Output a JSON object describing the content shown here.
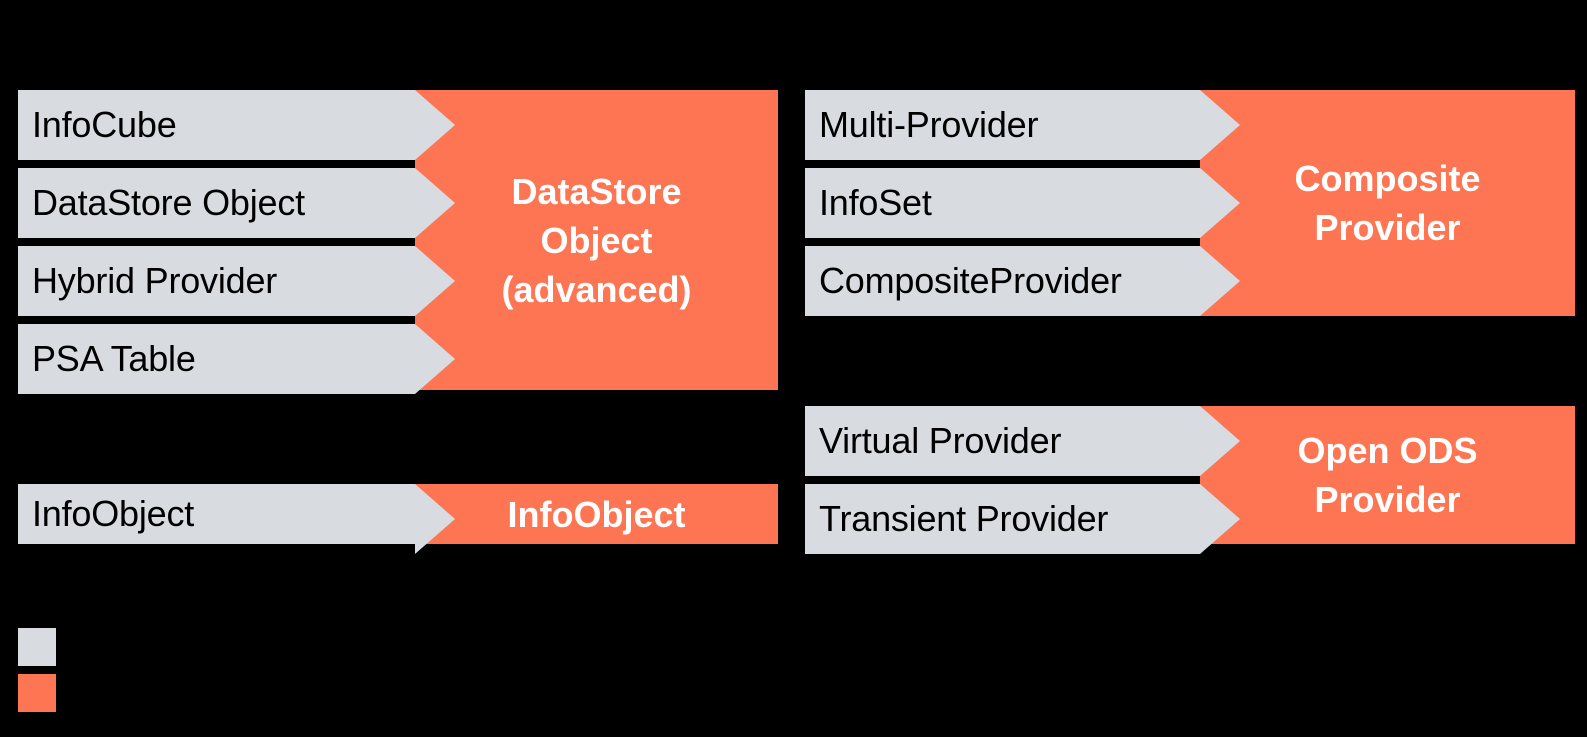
{
  "diagram": {
    "background_color": "#000000",
    "source_color": "#d8dce1",
    "target_color": "#fd7552",
    "source_text_color": "#000000",
    "target_text_color": "#ffffff"
  },
  "groups": [
    {
      "id": "datastore-object-advanced",
      "sources": [
        {
          "label": "InfoCube"
        },
        {
          "label": "DataStore Object"
        },
        {
          "label": "Hybrid Provider"
        },
        {
          "label": "PSA Table"
        }
      ],
      "target": {
        "label": "DataStore\nObject\n(advanced)"
      }
    },
    {
      "id": "composite-provider",
      "sources": [
        {
          "label": "Multi-Provider"
        },
        {
          "label": "InfoSet"
        },
        {
          "label": "CompositeProvider"
        }
      ],
      "target": {
        "label": "Composite\nProvider"
      }
    },
    {
      "id": "infoobject",
      "sources": [
        {
          "label": "InfoObject"
        }
      ],
      "target": {
        "label": "InfoObject"
      }
    },
    {
      "id": "open-ods-provider",
      "sources": [
        {
          "label": "Virtual Provider"
        },
        {
          "label": "Transient Provider"
        }
      ],
      "target": {
        "label": "Open ODS\nProvider"
      }
    }
  ],
  "legend": {
    "items": [
      {
        "swatch": "#d8dce1",
        "label": ""
      },
      {
        "swatch": "#fd7552",
        "label": ""
      }
    ]
  }
}
